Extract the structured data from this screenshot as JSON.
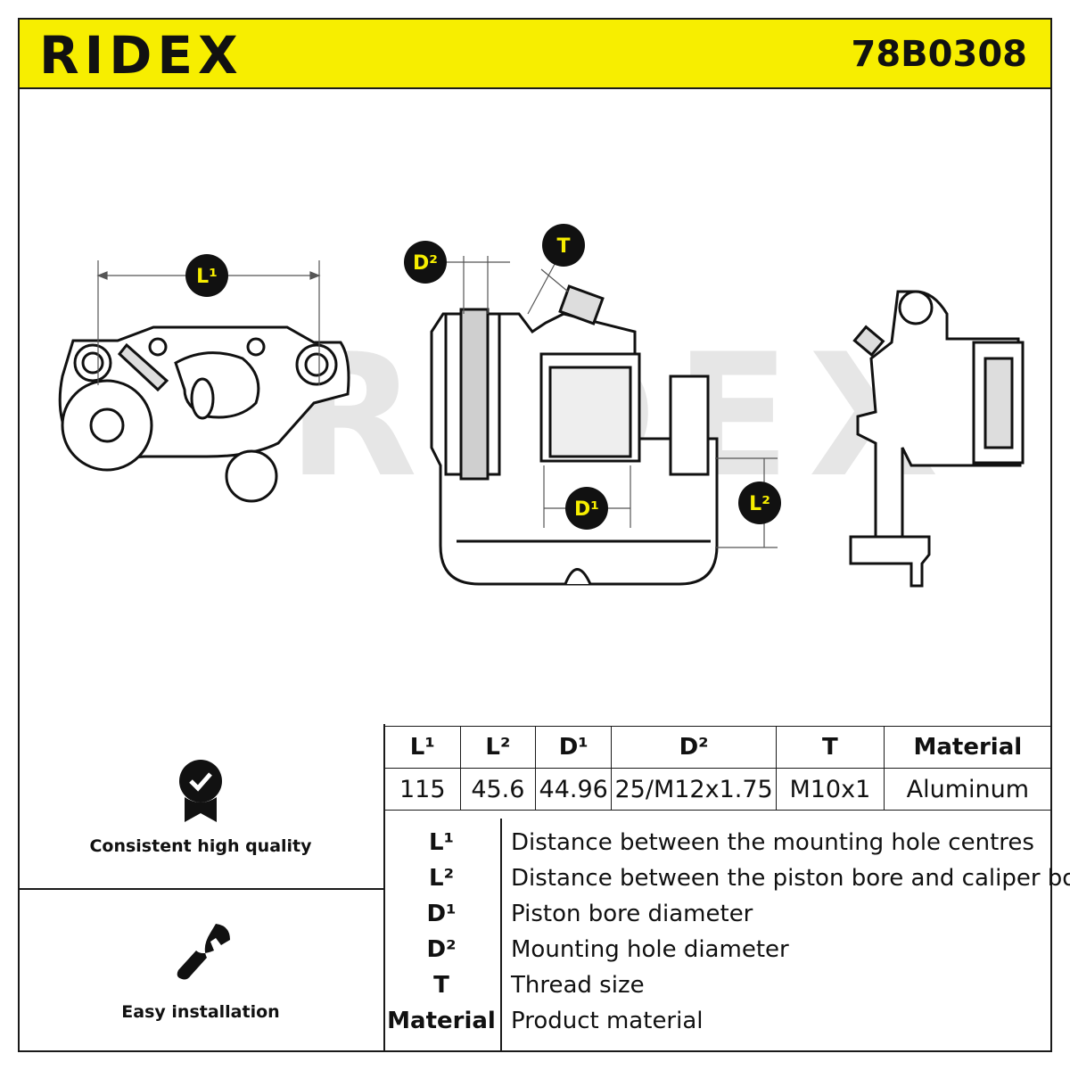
{
  "header": {
    "brand": "RIDEX",
    "part_number": "78B0308"
  },
  "drawing": {
    "labels": {
      "l1": "L¹",
      "l2": "L²",
      "d1": "D¹",
      "d2": "D²",
      "t": "T"
    },
    "watermark": "RIDEX"
  },
  "features": [
    {
      "icon": "quality-badge-icon",
      "label": "Consistent high quality"
    },
    {
      "icon": "wrench-icon",
      "label": "Easy installation"
    }
  ],
  "spec_table": {
    "headers": [
      "L¹",
      "L²",
      "D¹",
      "D²",
      "T",
      "Material"
    ],
    "values": [
      "115",
      "45.6",
      "44.96",
      "25/M12x1.75",
      "M10x1",
      "Aluminum"
    ]
  },
  "legend": [
    {
      "key": "L¹",
      "text": "Distance between the mounting hole centres"
    },
    {
      "key": "L²",
      "text": "Distance between the piston bore and caliper body"
    },
    {
      "key": "D¹",
      "text": "Piston bore diameter"
    },
    {
      "key": "D²",
      "text": "Mounting hole diameter"
    },
    {
      "key": "T",
      "text": "Thread size"
    },
    {
      "key": "Material",
      "text": "Product material"
    }
  ],
  "colors": {
    "accent": "#f7ee00",
    "ink": "#111111"
  }
}
